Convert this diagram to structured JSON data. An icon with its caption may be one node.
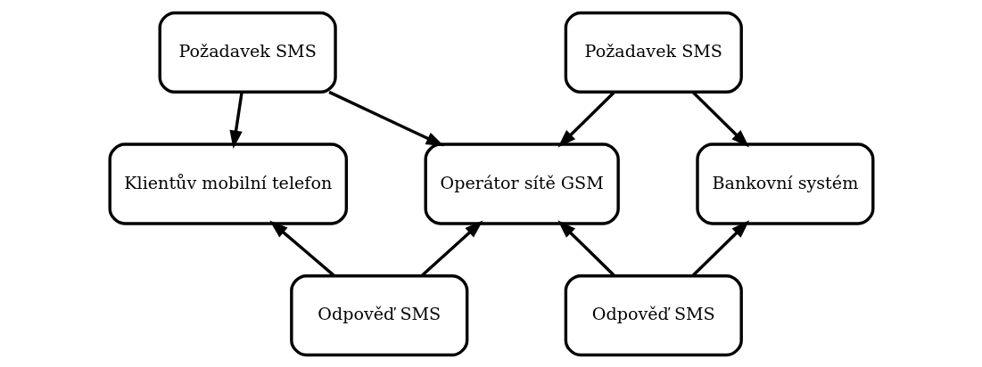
{
  "diagram": {
    "nodes": [
      {
        "text": [
          "Požadavek SMS"
        ]
      },
      {
        "text": [
          "Požadavek SMS"
        ]
      },
      {
        "text": [
          "Klientův mobilní telefon"
        ]
      },
      {
        "text": [
          "Operátor sítě GSM"
        ]
      },
      {
        "text": [
          "Bankovní systém"
        ]
      },
      {
        "text": [
          "Odpověď SMS"
        ]
      },
      {
        "text": [
          "Odpověď SMS"
        ]
      }
    ],
    "edges": [
      {
        "from": 0,
        "to": 2,
        "arrow": "to"
      },
      {
        "from": 0,
        "to": 3,
        "arrow": "to"
      },
      {
        "from": 5,
        "to": 2,
        "arrow": "to"
      },
      {
        "from": 5,
        "to": 3,
        "arrow": "to"
      },
      {
        "from": 1,
        "to": 3,
        "arrow": "to"
      },
      {
        "from": 1,
        "to": 4,
        "arrow": "to"
      },
      {
        "from": 6,
        "to": 3,
        "arrow": "to"
      },
      {
        "from": 6,
        "to": 4,
        "arrow": "to"
      }
    ]
  }
}
